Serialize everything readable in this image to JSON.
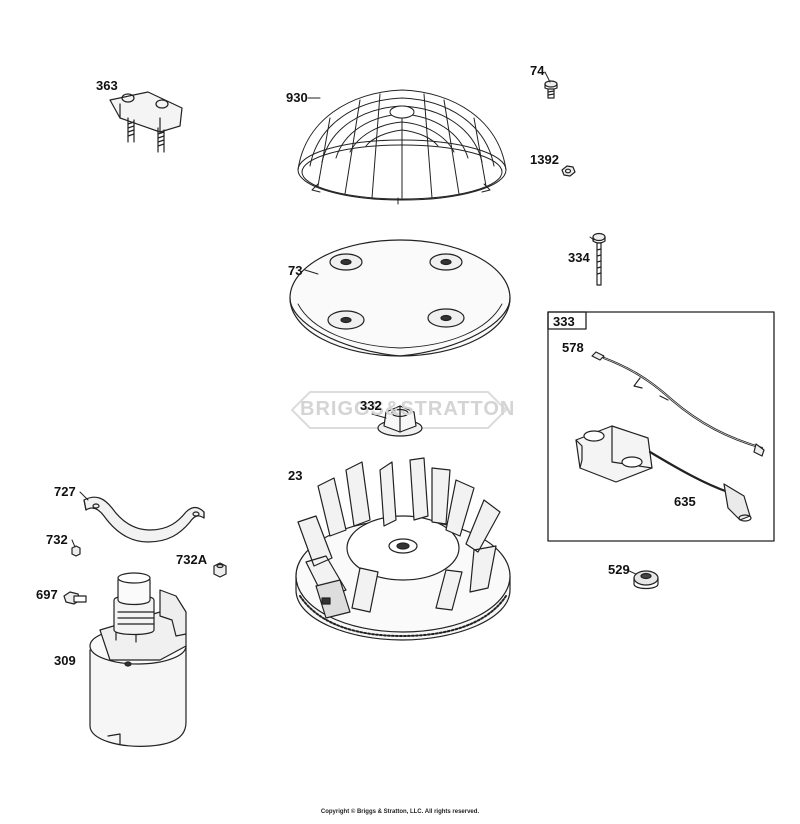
{
  "diagram": {
    "callouts": {
      "p363": "363",
      "p930": "930",
      "p74": "74",
      "p1392": "1392",
      "p73": "73",
      "p334": "334",
      "p333": "333",
      "p578": "578",
      "p635": "635",
      "p332": "332",
      "p23": "23",
      "p727": "727",
      "p732": "732",
      "p732a": "732A",
      "p697": "697",
      "p309": "309",
      "p529": "529"
    },
    "watermark": "BRIGGS&STRATTON",
    "copyright": "Copyright © Briggs & Stratton, LLC. All rights reserved."
  }
}
